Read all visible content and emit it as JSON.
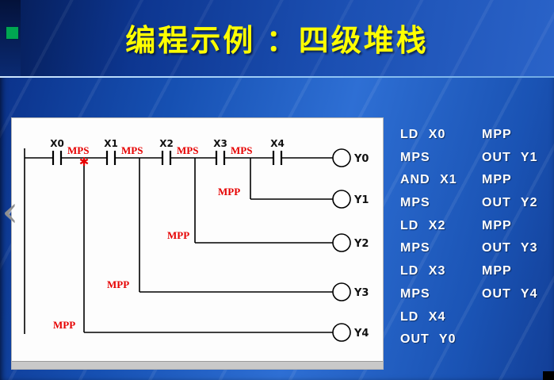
{
  "slide": {
    "title": "编程示例 ：四级堆栈"
  },
  "nav": {
    "prev_arrow_glyph": "‹"
  },
  "ladder": {
    "contacts": [
      "X0",
      "X1",
      "X2",
      "X3",
      "X4"
    ],
    "mps_labels": [
      "MPS",
      "MPS",
      "MPS",
      "MPS"
    ],
    "mpp_labels": [
      "MPP",
      "MPP",
      "MPP",
      "MPP"
    ],
    "coils": [
      "Y0",
      "Y1",
      "Y2",
      "Y3",
      "Y4"
    ],
    "stack_marker_glyph": "✱"
  },
  "instructions": {
    "col1": [
      "LD X0",
      "MPS",
      "AND X1",
      "MPS",
      "LD X2",
      "MPS",
      "LD X3",
      "MPS",
      "LD X4",
      "OUT Y0"
    ],
    "col2": [
      "MPP",
      "OUT Y1",
      "MPP",
      "OUT Y2",
      "MPP",
      "OUT Y3",
      "MPP",
      "OUT Y4"
    ]
  },
  "colors": {
    "background_blue": "#1b52b4",
    "header_dark_blue": "#0d3690",
    "title_yellow": "#ffff00",
    "label_red": "#e60000",
    "instruction_white": "#ffffff",
    "accent_green": "#00a651",
    "panel_white": "#fdfdfd"
  }
}
